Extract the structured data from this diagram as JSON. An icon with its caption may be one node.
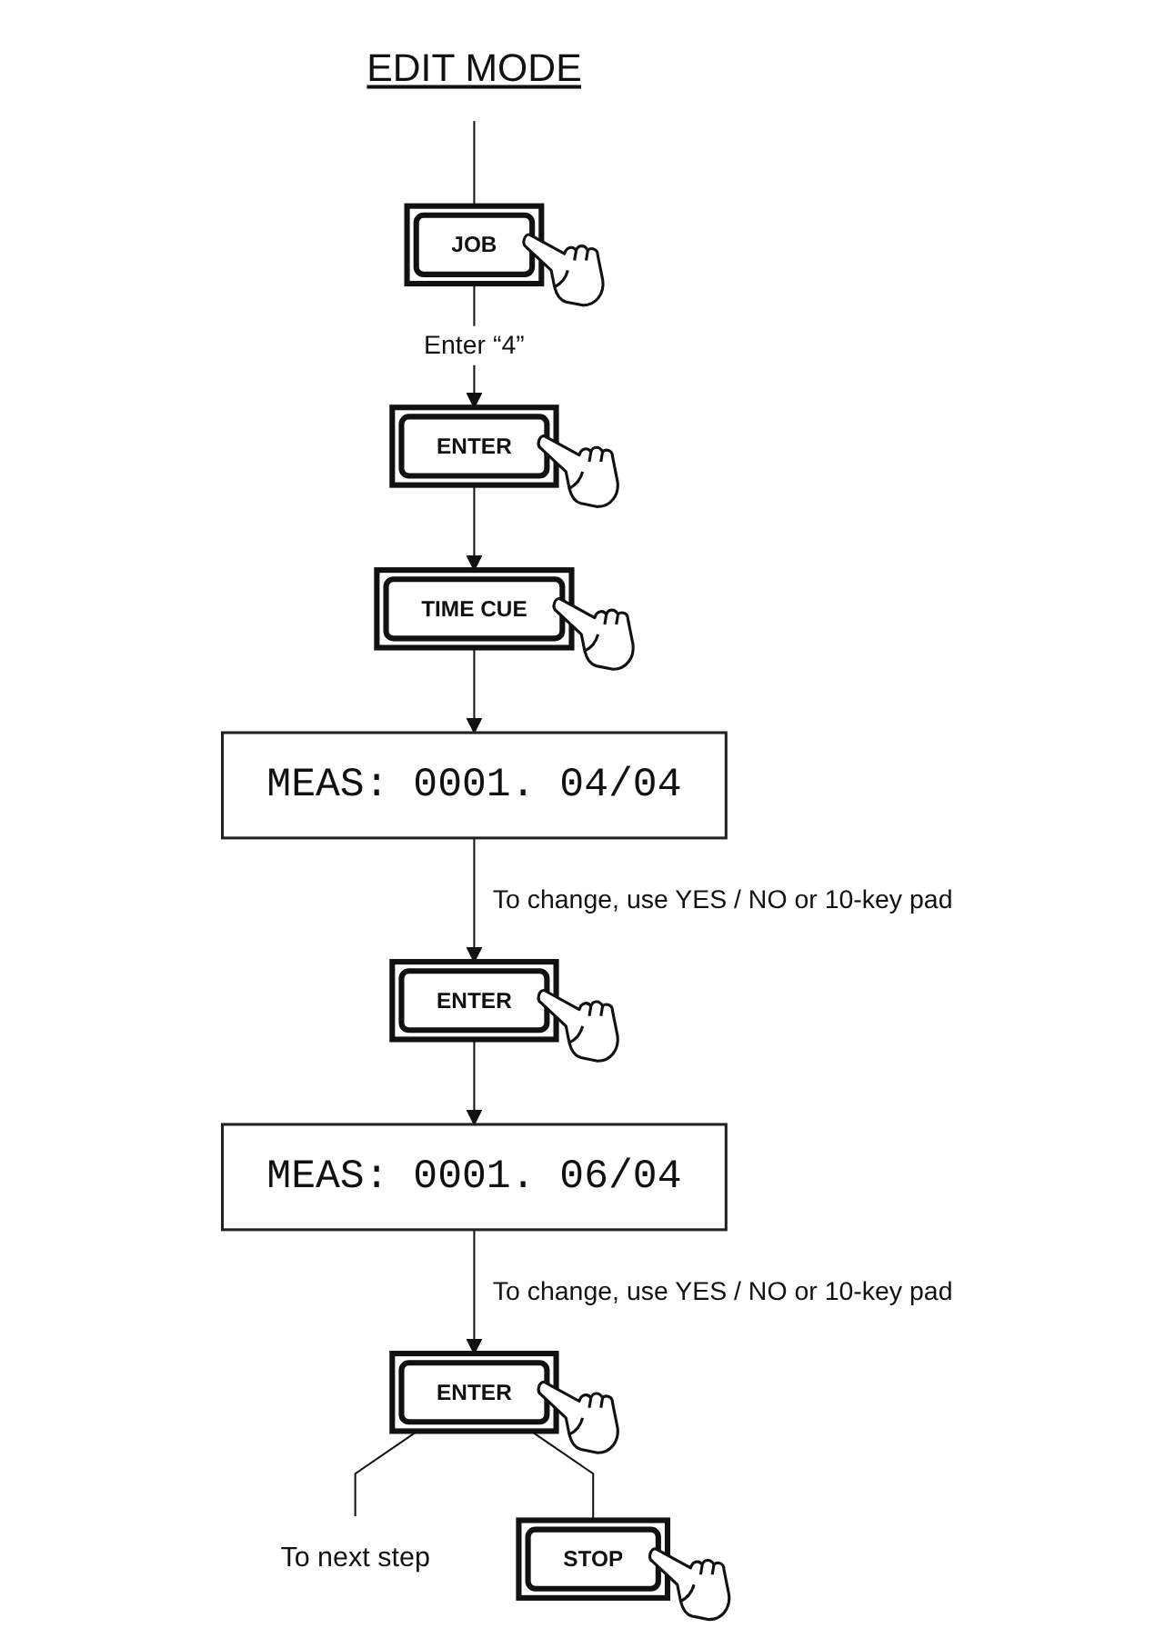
{
  "diagram": {
    "nodes": [
      {
        "text": [
          "EDIT MODE"
        ]
      },
      {
        "text": [
          "JOB"
        ]
      },
      {
        "text": [
          "ENTER"
        ]
      },
      {
        "text": [
          "TIME CUE"
        ]
      },
      {
        "text": [
          "MEAS: 0001. 04/04"
        ]
      },
      {
        "text": [
          "ENTER"
        ]
      },
      {
        "text": [
          "MEAS: 0001. 06/04"
        ]
      },
      {
        "text": [
          "ENTER"
        ]
      },
      {
        "text": [
          "To next step"
        ]
      },
      {
        "text": [
          "STOP"
        ]
      }
    ],
    "edges": [
      {
        "from": 0,
        "to": 1,
        "arrow": "none"
      },
      {
        "from": 1,
        "to": 2,
        "arrow": "to",
        "label": "Enter “4”"
      },
      {
        "from": 2,
        "to": 3,
        "arrow": "to"
      },
      {
        "from": 3,
        "to": 4,
        "arrow": "to"
      },
      {
        "from": 4,
        "to": 5,
        "arrow": "to",
        "label": "To change, use YES / NO or 10-key pad"
      },
      {
        "from": 5,
        "to": 6,
        "arrow": "to"
      },
      {
        "from": 6,
        "to": 7,
        "arrow": "to",
        "label": "To change, use YES / NO or 10-key pad"
      },
      {
        "from": 7,
        "to": 8,
        "arrow": "none"
      },
      {
        "from": 7,
        "to": 9,
        "arrow": "none"
      }
    ]
  }
}
